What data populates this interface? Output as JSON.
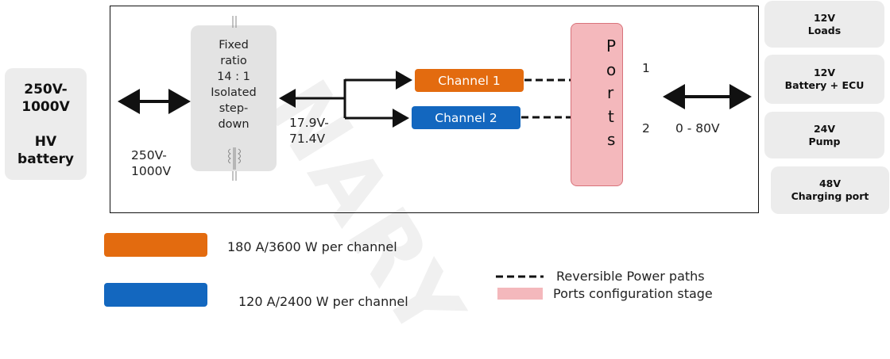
{
  "colors": {
    "orange": "#e36b0f",
    "blue": "#1367bf",
    "ports_fill": "#f4b8bc",
    "box_grey": "#ececec"
  },
  "hv_battery": {
    "voltage": "250V-\n1000V",
    "label": "HV\nbattery"
  },
  "converter": {
    "lines": [
      "Fixed",
      "ratio",
      "14 : 1",
      "Isolated",
      "step-",
      "down"
    ],
    "icon": "transformer-icon"
  },
  "labels": {
    "input_voltage": "250V-\n1000V",
    "intermediate_voltage": "17.9V-\n71.4V",
    "output_voltage": "0 - 80V",
    "port_1": "1",
    "port_2": "2"
  },
  "channels": [
    {
      "label": "Channel 1",
      "color": "#e36b0f"
    },
    {
      "label": "Channel 2",
      "color": "#1367bf"
    }
  ],
  "ports": {
    "letters": [
      "P",
      "o",
      "r",
      "t",
      "s"
    ]
  },
  "loads": [
    {
      "voltage": "12V",
      "name": "Loads"
    },
    {
      "voltage": "12V",
      "name": "Battery + ECU"
    },
    {
      "voltage": "24V",
      "name": "Pump"
    },
    {
      "voltage": "48V",
      "name": "Charging port"
    }
  ],
  "legend": {
    "orange_label": "180 A/3600 W per channel",
    "blue_label": "120 A/2400 W per channel",
    "dashed_label": "Reversible Power paths",
    "ports_label": "Ports configuration stage"
  },
  "watermark": "PRELIMINARY"
}
